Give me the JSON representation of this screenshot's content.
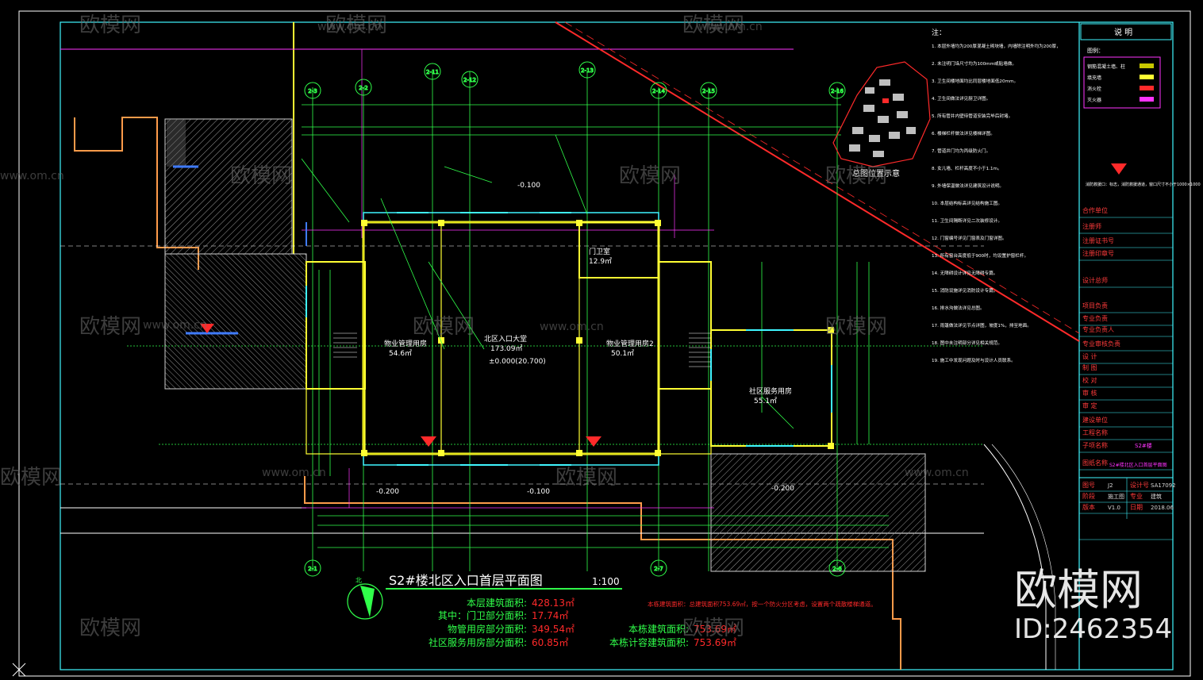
{
  "watermark": {
    "brand": "欧模网",
    "url": "www.om.cn",
    "short_url": "om.cn",
    "big_brand": "欧模网",
    "id_text": "ID:2462354"
  },
  "drawing": {
    "title": "S2#楼北区入口首层平面图",
    "scale": "1:100",
    "north_label": "北",
    "site_plan_label": "总图位置示意",
    "areas": [
      {
        "label": "本层建筑面积:",
        "value": "428.13㎡"
      },
      {
        "label": "其中：门卫部分面积:",
        "value": "17.74㎡"
      },
      {
        "label": "物管用房部分面积:",
        "value": "349.54㎡"
      },
      {
        "label": "社区服务用房部分面积:",
        "value": "60.85㎡"
      }
    ],
    "totals": [
      {
        "label": "本栋建筑面积:",
        "value": "753.69㎡"
      },
      {
        "label": "本栋计容建筑面积:",
        "value": "753.69㎡"
      }
    ],
    "red_note": "本栋建筑面积：总建筑面积753.69㎡，按一个防火分区考虑，设置两个疏散楼梯通道。",
    "rooms": [
      {
        "name": "北区入口大堂",
        "area": "173.09㎡"
      },
      {
        "name": "物业管理用房",
        "area": "54.6㎡"
      },
      {
        "name": "物业管理用房2",
        "area": "50.1㎡"
      },
      {
        "name": "门卫室",
        "area": "12.9㎡"
      },
      {
        "name": "社区服务用房",
        "area": "55.1㎡"
      }
    ],
    "floor_level": "±0.000(20.700)",
    "level_marks": [
      "-0.100",
      "-0.100",
      "-0.200",
      "-0.200"
    ],
    "grid_labels": [
      "2-11",
      "2-12",
      "2-13",
      "2-14",
      "2-15",
      "2-16",
      "2-3",
      "2-2",
      "2-1",
      "2-7",
      "2-6"
    ]
  },
  "legend": {
    "header": "说  明",
    "title": "图例：",
    "items": [
      {
        "label": "钢筋混凝土墙、柱",
        "color": "#c8c800"
      },
      {
        "label": "填充墙",
        "color": "#ffff33"
      },
      {
        "label": "消火栓",
        "color": "#ff2a2a"
      },
      {
        "label": "灭火器",
        "color": "#ff33ff"
      }
    ],
    "marker_note": "消防救援口：标志，消防救援通道，窗口尺寸不小于1000×1000"
  },
  "notes": {
    "heading": "注：",
    "lines": [
      "1. 本层外墙均为200厚混凝土砌块墙，内墙除注明外均为200厚，",
      "2. 未注明门垛尺寸均为100mm或贴墙做。",
      "3. 卫生间楼地面均比同层楼地面低20mm。",
      "4. 卫生间做法详见厨卫详图。",
      "5. 所有管井内壁待管道安装完毕后封堵。",
      "6. 楼梯栏杆做法详见楼梯详图。",
      "7. 管道井门均为丙级防火门。",
      "8. 女儿墙、栏杆高度不小于1.1m。",
      "9. 外墙保温做法详见建筑设计说明。",
      "10. 本层结构标高详见结构施工图。",
      "11. 卫生间隔断详见二次装修设计。",
      "12. 门窗编号详见门窗表及门窗详图。",
      "13. 所有窗台高度低于900时，均设置护窗栏杆。",
      "14. 无障碍设计详见无障碍专篇。",
      "15. 消防设施详见消防设计专篇。",
      "16. 排水沟做法详见总图。",
      "17. 雨篷做法详见节点详图，坡度1%，排至地面。",
      "18. 图中未注明部分详见相关规范。",
      "19. 施工中发现问题及时与设计人员联系。"
    ]
  },
  "title_block": {
    "rows": [
      "合作单位",
      "注册师",
      "注册证书号",
      "注册印章号",
      "设计总师",
      "项目负责",
      "专业负责",
      "专业负责人",
      "专业审核负责",
      "设  计",
      "制  图",
      "校  对",
      "审  核",
      "审  定",
      "建设单位",
      "工程名称",
      "子项名称",
      "图纸名称"
    ],
    "subproject_value": "S2#楼",
    "drawing_name_value": "S2#楼北区入口首层平面图",
    "bottom": [
      {
        "k": "图号",
        "v": "J2",
        "k2": "设计号",
        "v2": "SA17092"
      },
      {
        "k": "阶段",
        "v": "施工图",
        "k2": "专业",
        "v2": "建筑"
      },
      {
        "k": "版本",
        "v": "V1.0",
        "k2": "日期",
        "v2": "2018.06"
      }
    ]
  },
  "colors": {
    "cyan": "#3ff6ff",
    "green": "#30ff4a",
    "yellow": "#ffff33",
    "red": "#ff2a2a",
    "magenta": "#ff33ff",
    "orange": "#ff9b4a",
    "white": "#ffffff"
  }
}
